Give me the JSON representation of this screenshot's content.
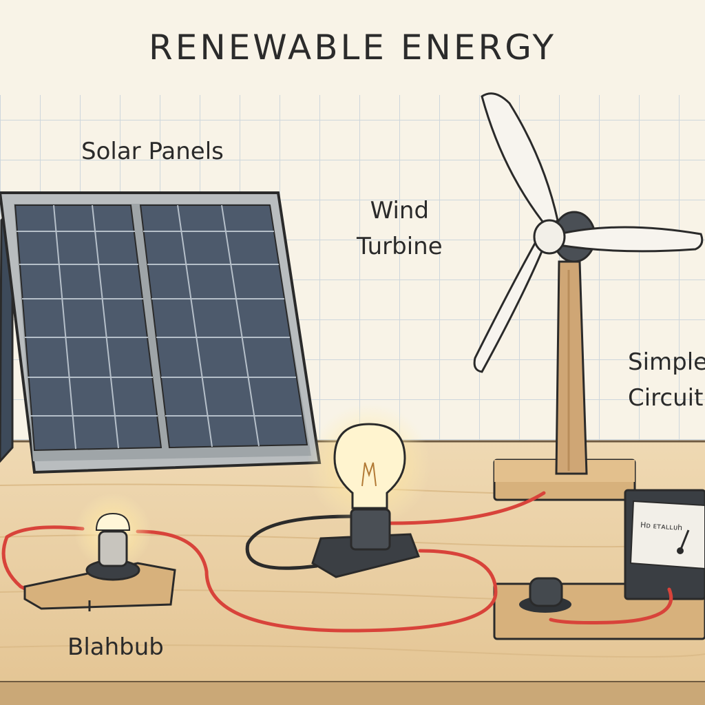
{
  "title": "RENEWABLE ENERGY",
  "labels": {
    "solar_panels": "Solar Panels",
    "wind_line1": "Wind",
    "wind_line2": "Turbine",
    "circuit_line1": "Simple",
    "circuit_line2": "Circuit",
    "bulb": "Blahbub"
  },
  "meter": {
    "scale_text": "Hᴅ ᴇᴛᴀʟʟᴜһ"
  },
  "colors": {
    "background": "#f8f3e7",
    "grid_line": "#cdd6dc",
    "table_wood": "#ead1a8",
    "solar_cell": "#4d5a6c",
    "panel_frame": "#b9bdbf",
    "wire_red": "#d8433a",
    "wire_black": "#2b2b2b",
    "turbine_pole": "#cfa675",
    "bulb_glow": "#fff1b8"
  },
  "icons": [
    "solar-panel-icon",
    "wind-turbine-icon",
    "light-bulb-icon",
    "voltmeter-icon",
    "switch-icon"
  ]
}
